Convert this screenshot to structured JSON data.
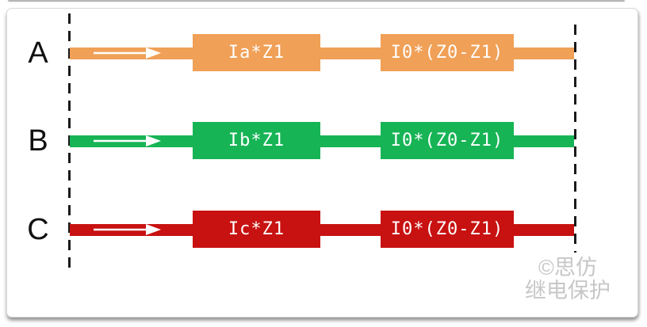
{
  "diagram": {
    "boundary_color": "#1a1a1a",
    "phase_rows": [
      {
        "label": "A",
        "color": "#F0A057",
        "segment1_label": "Ia*Z1",
        "segment2_label": "I0*(Z0-Z1)"
      },
      {
        "label": "B",
        "color": "#17B456",
        "segment1_label": "Ib*Z1",
        "segment2_label": "I0*(Z0-Z1)"
      },
      {
        "label": "C",
        "color": "#C81111",
        "segment1_label": "Ic*Z1",
        "segment2_label": "I0*(Z0-Z1)"
      }
    ],
    "watermark": {
      "line1": "©思仿",
      "line2": "继电保护",
      "color": "#c7c7c7"
    }
  }
}
